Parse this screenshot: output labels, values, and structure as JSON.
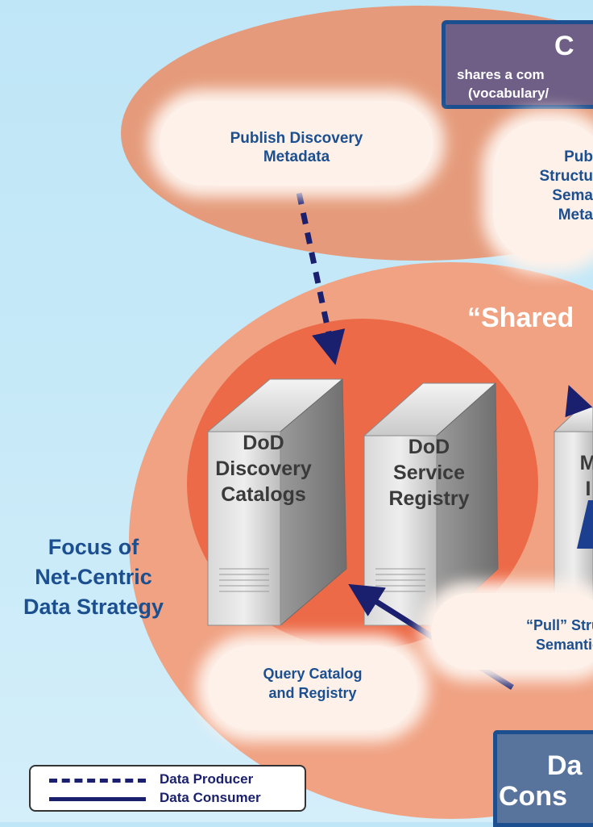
{
  "top_group": {
    "box_title": "C",
    "box_line1": "shares a com",
    "box_line2": "(vocabulary/"
  },
  "clouds": {
    "publish_discovery": "Publish Discovery\nMetadata",
    "publish_structural": "Pub\nStructu\nSema\nMeta",
    "pull_structural": "“Pull” Stru\nSemantic",
    "query_catalog": "Query Catalog\nand Registry"
  },
  "shared_label": "“Shared",
  "servers": {
    "discovery": "DoD\nDiscovery\nCatalogs",
    "registry": "DoD\nService\nRegistry",
    "third": "M\nI"
  },
  "focus_label": "Focus of\nNet-Centric\nData Strategy",
  "consumer_box": {
    "line1": "Da",
    "line2": "Cons"
  },
  "legend": {
    "producer": "Data Producer",
    "consumer": "Data Consumer"
  },
  "colors": {
    "top_ellipse": "#e59b7b",
    "large_ellipse": "#f0a283",
    "focus_circle": "#ec6a47",
    "box_purple": "#6f5f86",
    "box_border": "#1c4f8f",
    "consumer_box": "#58739c",
    "arrow": "#1a1f6e",
    "text_blue": "#1c4f8f"
  },
  "icons": [
    "server-icon"
  ]
}
